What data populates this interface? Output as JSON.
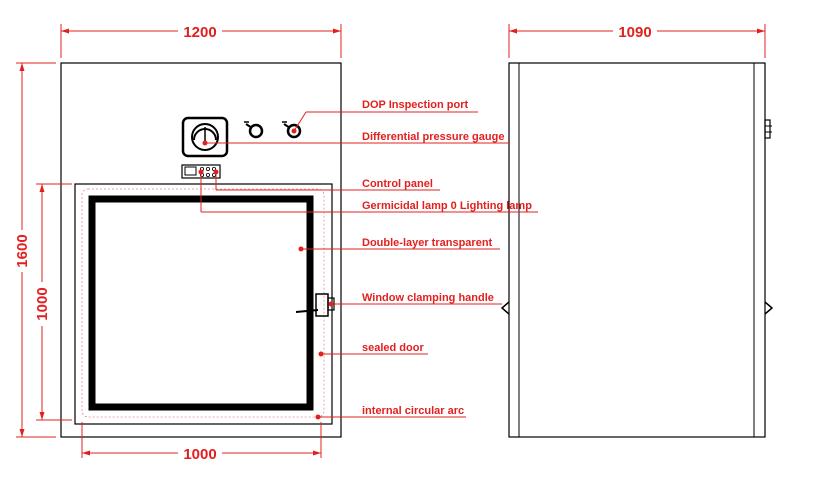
{
  "dimensions": {
    "front_width": "1200",
    "side_width": "1090",
    "total_height": "1600",
    "door_height": "1000",
    "door_width": "1000"
  },
  "labels": {
    "dop_port": "DOP Inspection port",
    "pressure_gauge": "Differential pressure gauge",
    "control_panel": "Control panel",
    "lamp": "Germicidal lamp 0 Lighting lamp",
    "transparent": "Double-layer transparent",
    "handle": "Window clamping handle",
    "sealed_door": "sealed door",
    "arc": "internal circular arc"
  },
  "colors": {
    "annotation": "#e1201f",
    "outline": "#000000"
  }
}
